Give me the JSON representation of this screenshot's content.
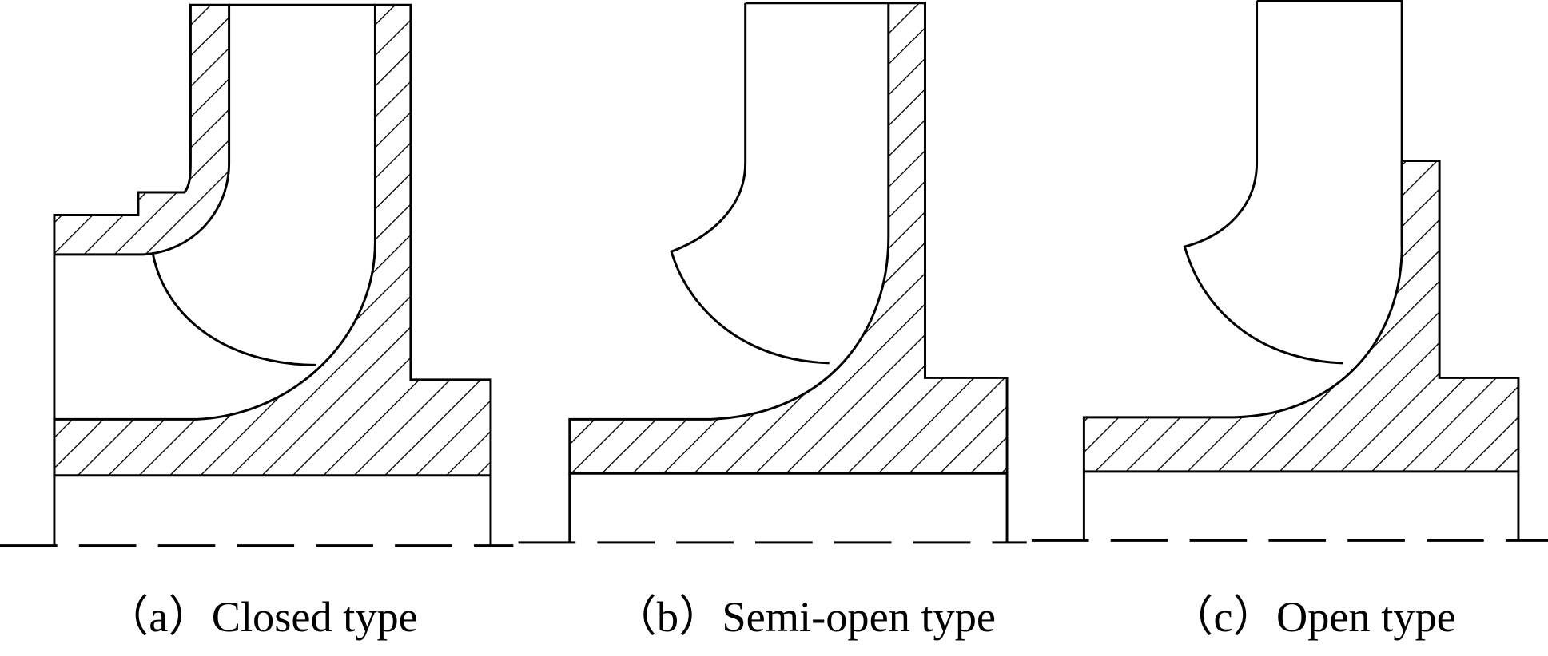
{
  "figure": {
    "panels": [
      {
        "id": "a",
        "caption": "（a）Closed type"
      },
      {
        "id": "b",
        "caption": "（b）Semi-open type"
      },
      {
        "id": "c",
        "caption": "（c）Open type"
      }
    ]
  },
  "colors": {
    "line": "#000000",
    "background": "#ffffff"
  }
}
